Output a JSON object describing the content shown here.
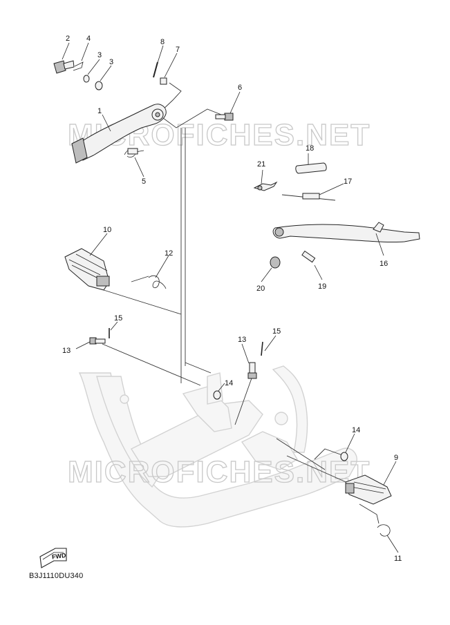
{
  "watermark": {
    "top": "MICROFICHES.NET",
    "bottom": "MICROFICHES.NET"
  },
  "diagram_code": "B3J1110DU340",
  "fwd_label": "FWD",
  "callouts": {
    "c1": "1",
    "c2": "2",
    "c3a": "3",
    "c3b": "3",
    "c4": "4",
    "c5": "5",
    "c6": "6",
    "c7": "7",
    "c8": "8",
    "c9": "9",
    "c10": "10",
    "c11": "11",
    "c12": "12",
    "c13a": "13",
    "c13b": "13",
    "c14a": "14",
    "c14b": "14",
    "c15a": "15",
    "c15b": "15",
    "c16": "16",
    "c17": "17",
    "c18": "18",
    "c19": "19",
    "c20": "20",
    "c21": "21"
  }
}
